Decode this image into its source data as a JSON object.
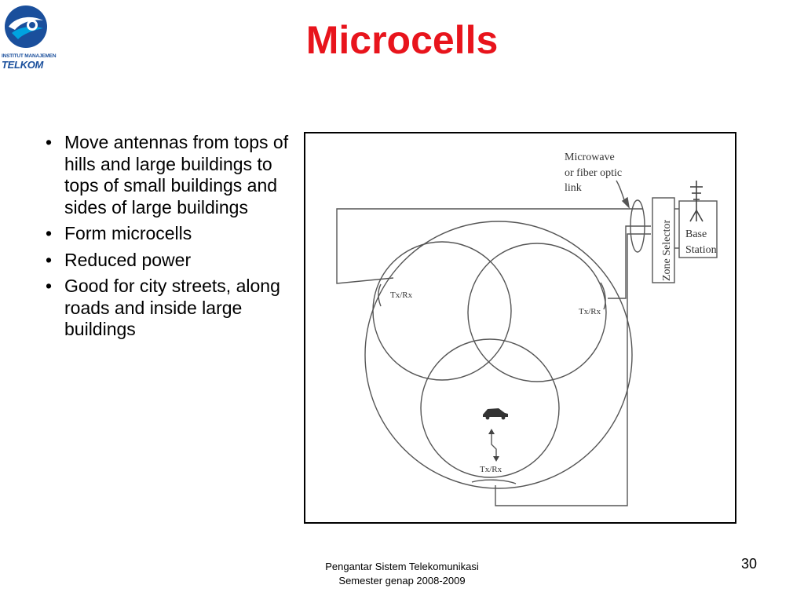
{
  "logo": {
    "small_text": "INSTITUT MANAJEMEN",
    "big_text": "TELKOM",
    "colors": {
      "primary": "#1a4f9c",
      "accent": "#00a3e0"
    }
  },
  "title": "Microcells",
  "bullets": [
    {
      "marker": "•",
      "text": "Move antennas from tops of hills and large buildings to tops of small buildings and sides of large buildings"
    },
    {
      "marker": "•",
      "text": "Form microcells"
    },
    {
      "marker": "•",
      "text": "Reduced power"
    },
    {
      "marker": "•",
      "text": "Good for city streets, along roads and inside large buildings"
    }
  ],
  "diagram": {
    "link_label_lines": [
      "Microwave",
      "or fiber optic",
      "link"
    ],
    "zone_selector": "Zone Selector",
    "base_station_lines": [
      "Base",
      "Station"
    ],
    "cell_labels": [
      "Tx/Rx",
      "Tx/Rx",
      "Tx/Rx"
    ]
  },
  "footer": {
    "line1": "Pengantar Sistem Telekomunikasi",
    "line2": "Semester genap 2008-2009"
  },
  "page_number": "30",
  "colors": {
    "title": "#e8141c",
    "text": "#000000",
    "figure_lines": "#555555"
  }
}
